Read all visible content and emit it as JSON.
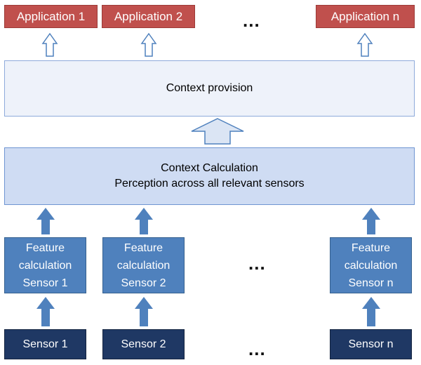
{
  "applications": [
    {
      "label": "Application 1"
    },
    {
      "label": "Application 2"
    },
    {
      "label": "Application n"
    }
  ],
  "context_provision": {
    "label": "Context provision"
  },
  "context_calculation": {
    "title": "Context Calculation",
    "subtitle": "Perception across all relevant sensors"
  },
  "features": [
    {
      "line1": "Feature",
      "line2": "calculation",
      "line3": "Sensor 1"
    },
    {
      "line1": "Feature",
      "line2": "calculation",
      "line3": "Sensor 2"
    },
    {
      "line1": "Feature",
      "line2": "calculation",
      "line3": "Sensor n"
    }
  ],
  "sensors": [
    {
      "label": "Sensor 1"
    },
    {
      "label": "Sensor 2"
    },
    {
      "label": "Sensor n"
    }
  ],
  "ellipsis": "...",
  "colors": {
    "application": "#c0504d",
    "context_provision": "#eef2fa",
    "context_calculation": "#cfdcf3",
    "feature": "#4f81bd",
    "sensor": "#1f3864",
    "arrow_solid": "#4f81bd",
    "arrow_outline": "#4f81bd"
  }
}
